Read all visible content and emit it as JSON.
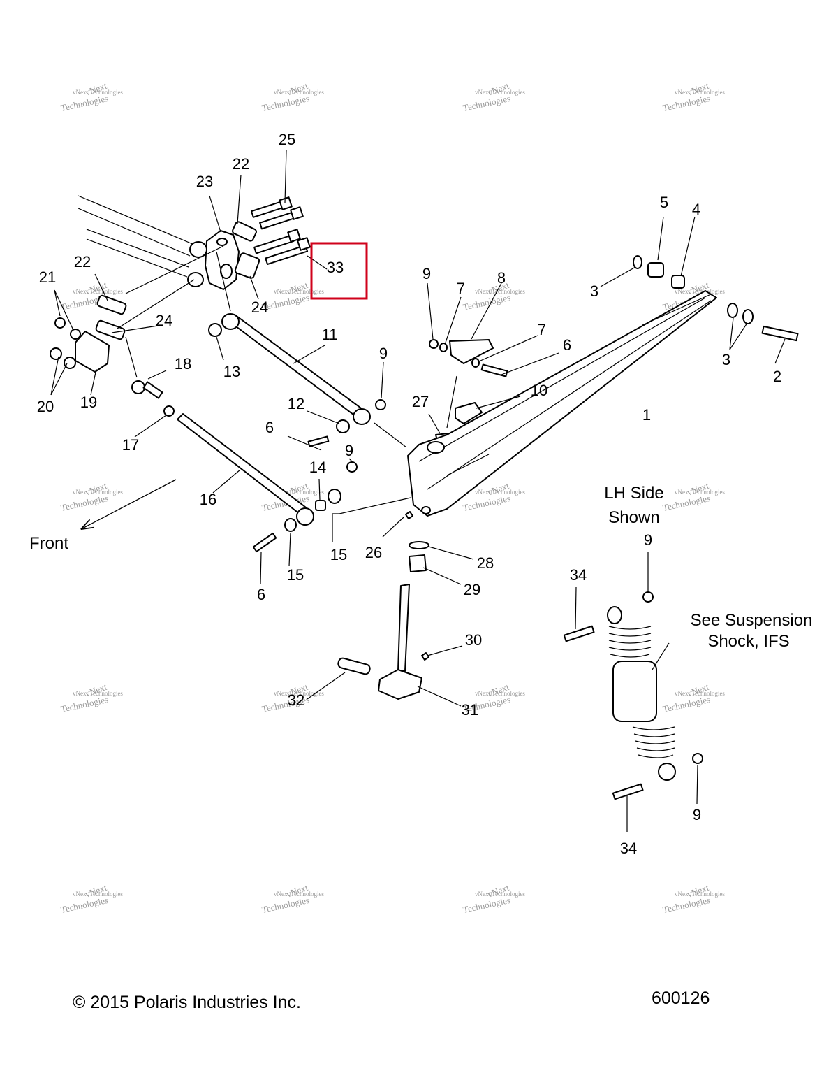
{
  "diagram": {
    "callouts": [
      {
        "id": "1",
        "label": "1"
      },
      {
        "id": "2",
        "label": "2"
      },
      {
        "id": "3a",
        "label": "3"
      },
      {
        "id": "3b",
        "label": "3"
      },
      {
        "id": "4",
        "label": "4"
      },
      {
        "id": "5",
        "label": "5"
      },
      {
        "id": "6a",
        "label": "6"
      },
      {
        "id": "6b",
        "label": "6"
      },
      {
        "id": "6c",
        "label": "6"
      },
      {
        "id": "7a",
        "label": "7"
      },
      {
        "id": "7b",
        "label": "7"
      },
      {
        "id": "8",
        "label": "8"
      },
      {
        "id": "9a",
        "label": "9"
      },
      {
        "id": "9b",
        "label": "9"
      },
      {
        "id": "9c",
        "label": "9"
      },
      {
        "id": "9d",
        "label": "9"
      },
      {
        "id": "9e",
        "label": "9"
      },
      {
        "id": "10",
        "label": "10"
      },
      {
        "id": "11",
        "label": "11"
      },
      {
        "id": "12",
        "label": "12"
      },
      {
        "id": "13",
        "label": "13"
      },
      {
        "id": "14",
        "label": "14"
      },
      {
        "id": "15a",
        "label": "15"
      },
      {
        "id": "15b",
        "label": "15"
      },
      {
        "id": "16",
        "label": "16"
      },
      {
        "id": "17",
        "label": "17"
      },
      {
        "id": "18",
        "label": "18"
      },
      {
        "id": "19",
        "label": "19"
      },
      {
        "id": "20",
        "label": "20"
      },
      {
        "id": "21",
        "label": "21"
      },
      {
        "id": "22a",
        "label": "22"
      },
      {
        "id": "22b",
        "label": "22"
      },
      {
        "id": "23",
        "label": "23"
      },
      {
        "id": "24a",
        "label": "24"
      },
      {
        "id": "24b",
        "label": "24"
      },
      {
        "id": "25",
        "label": "25"
      },
      {
        "id": "26",
        "label": "26"
      },
      {
        "id": "27",
        "label": "27"
      },
      {
        "id": "28",
        "label": "28"
      },
      {
        "id": "29",
        "label": "29"
      },
      {
        "id": "30",
        "label": "30"
      },
      {
        "id": "31",
        "label": "31"
      },
      {
        "id": "32",
        "label": "32"
      },
      {
        "id": "33",
        "label": "33"
      },
      {
        "id": "34a",
        "label": "34"
      },
      {
        "id": "34b",
        "label": "34"
      }
    ],
    "notes": {
      "front": "Front",
      "side_line1": "LH Side",
      "side_line2": "Shown",
      "see_line1": "See Suspension",
      "see_line2": "Shock, IFS"
    },
    "highlight_color": "#d0021b",
    "highlight_target": "33"
  },
  "watermark": {
    "line1": "vNext Technologies",
    "line2": "vNext",
    "line3": "Technologies"
  },
  "footer": {
    "copyright": "© 2015 Polaris Industries Inc.",
    "drawing_number": "600126"
  }
}
